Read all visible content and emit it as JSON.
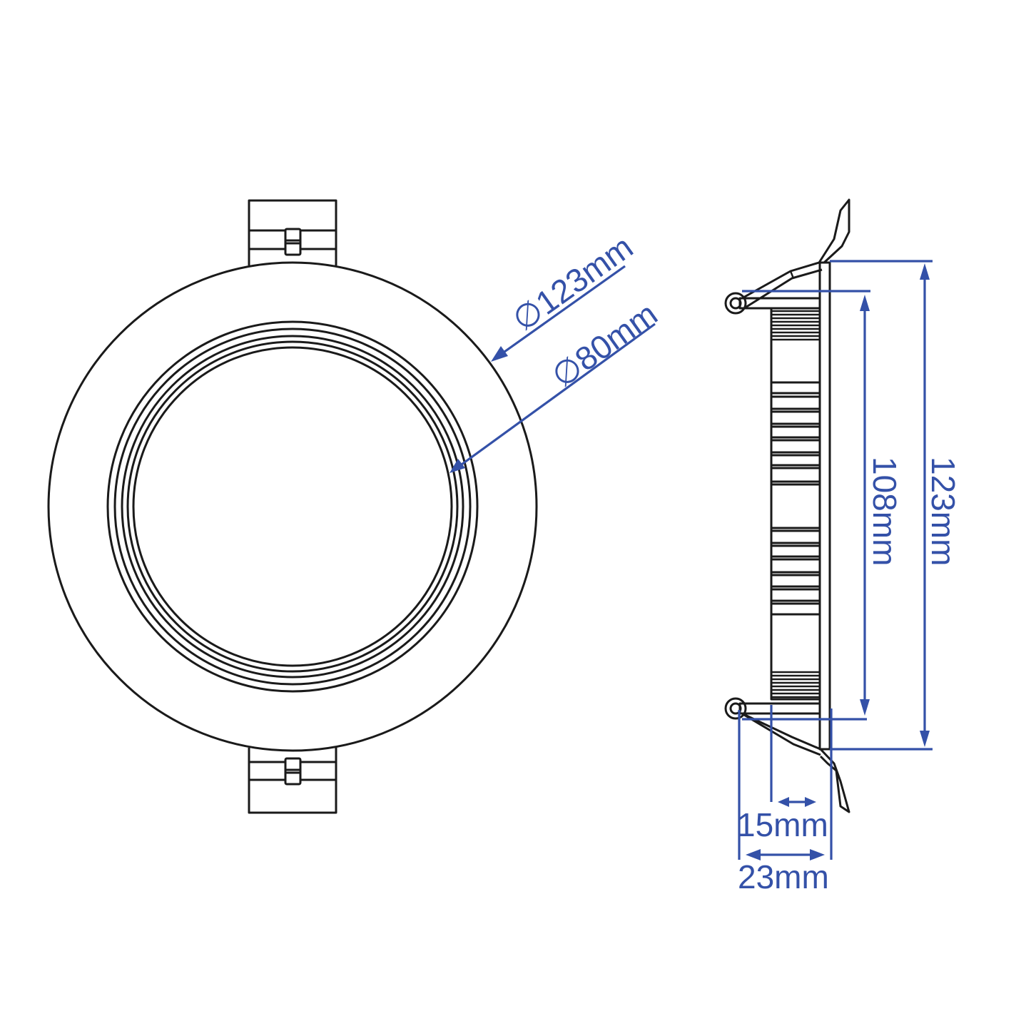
{
  "drawing": {
    "title": "Recessed LED downlight dimension drawing",
    "colors": {
      "outline": "#1a1a1a",
      "dimension": "#3451a8",
      "background": "#ffffff"
    },
    "front_view": {
      "outer_diameter_label": "∅123mm",
      "inner_diameter_label": "∅80mm"
    },
    "side_view": {
      "total_height_label": "123mm",
      "cutout_label": "108mm",
      "body_depth_label": "15mm",
      "total_depth_label": "23mm"
    }
  }
}
